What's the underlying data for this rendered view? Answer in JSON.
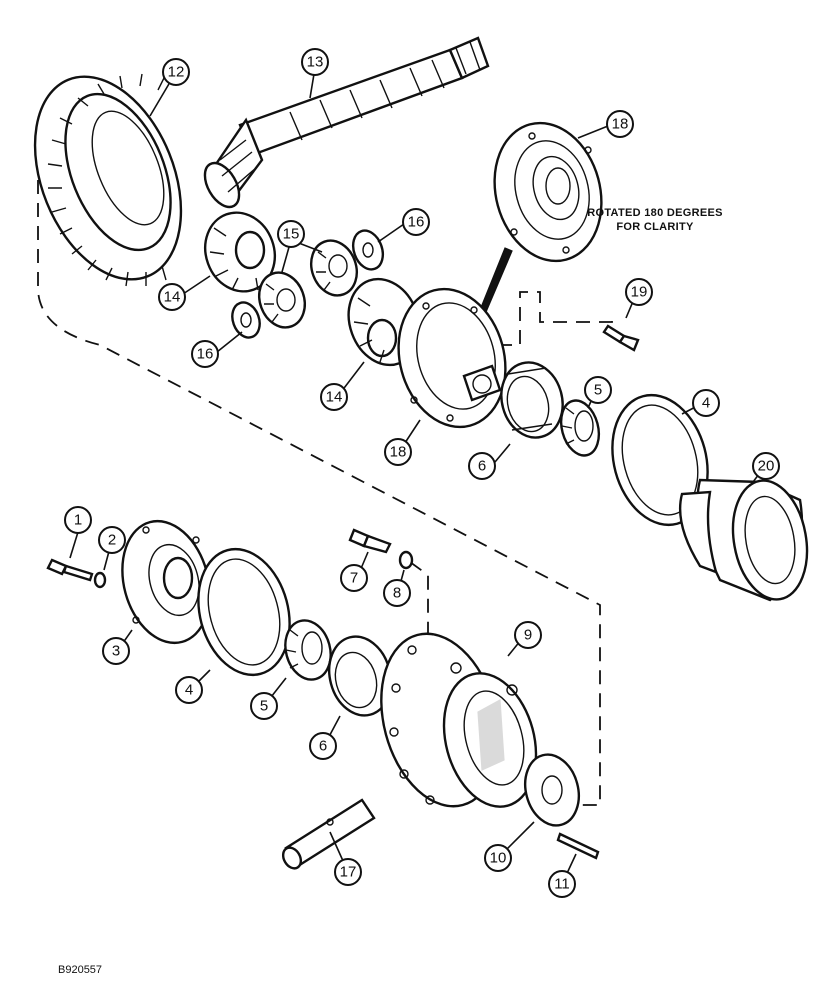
{
  "note": {
    "line1": "ROTATED 180 DEGREES",
    "line2": "FOR CLARITY"
  },
  "figure_id": "B920557",
  "callouts": [
    "1",
    "2",
    "3",
    "4",
    "4",
    "5",
    "5",
    "6",
    "6",
    "7",
    "8",
    "9",
    "10",
    "11",
    "12",
    "13",
    "14",
    "14",
    "15",
    "16",
    "16",
    "17",
    "18",
    "18",
    "19",
    "20"
  ]
}
